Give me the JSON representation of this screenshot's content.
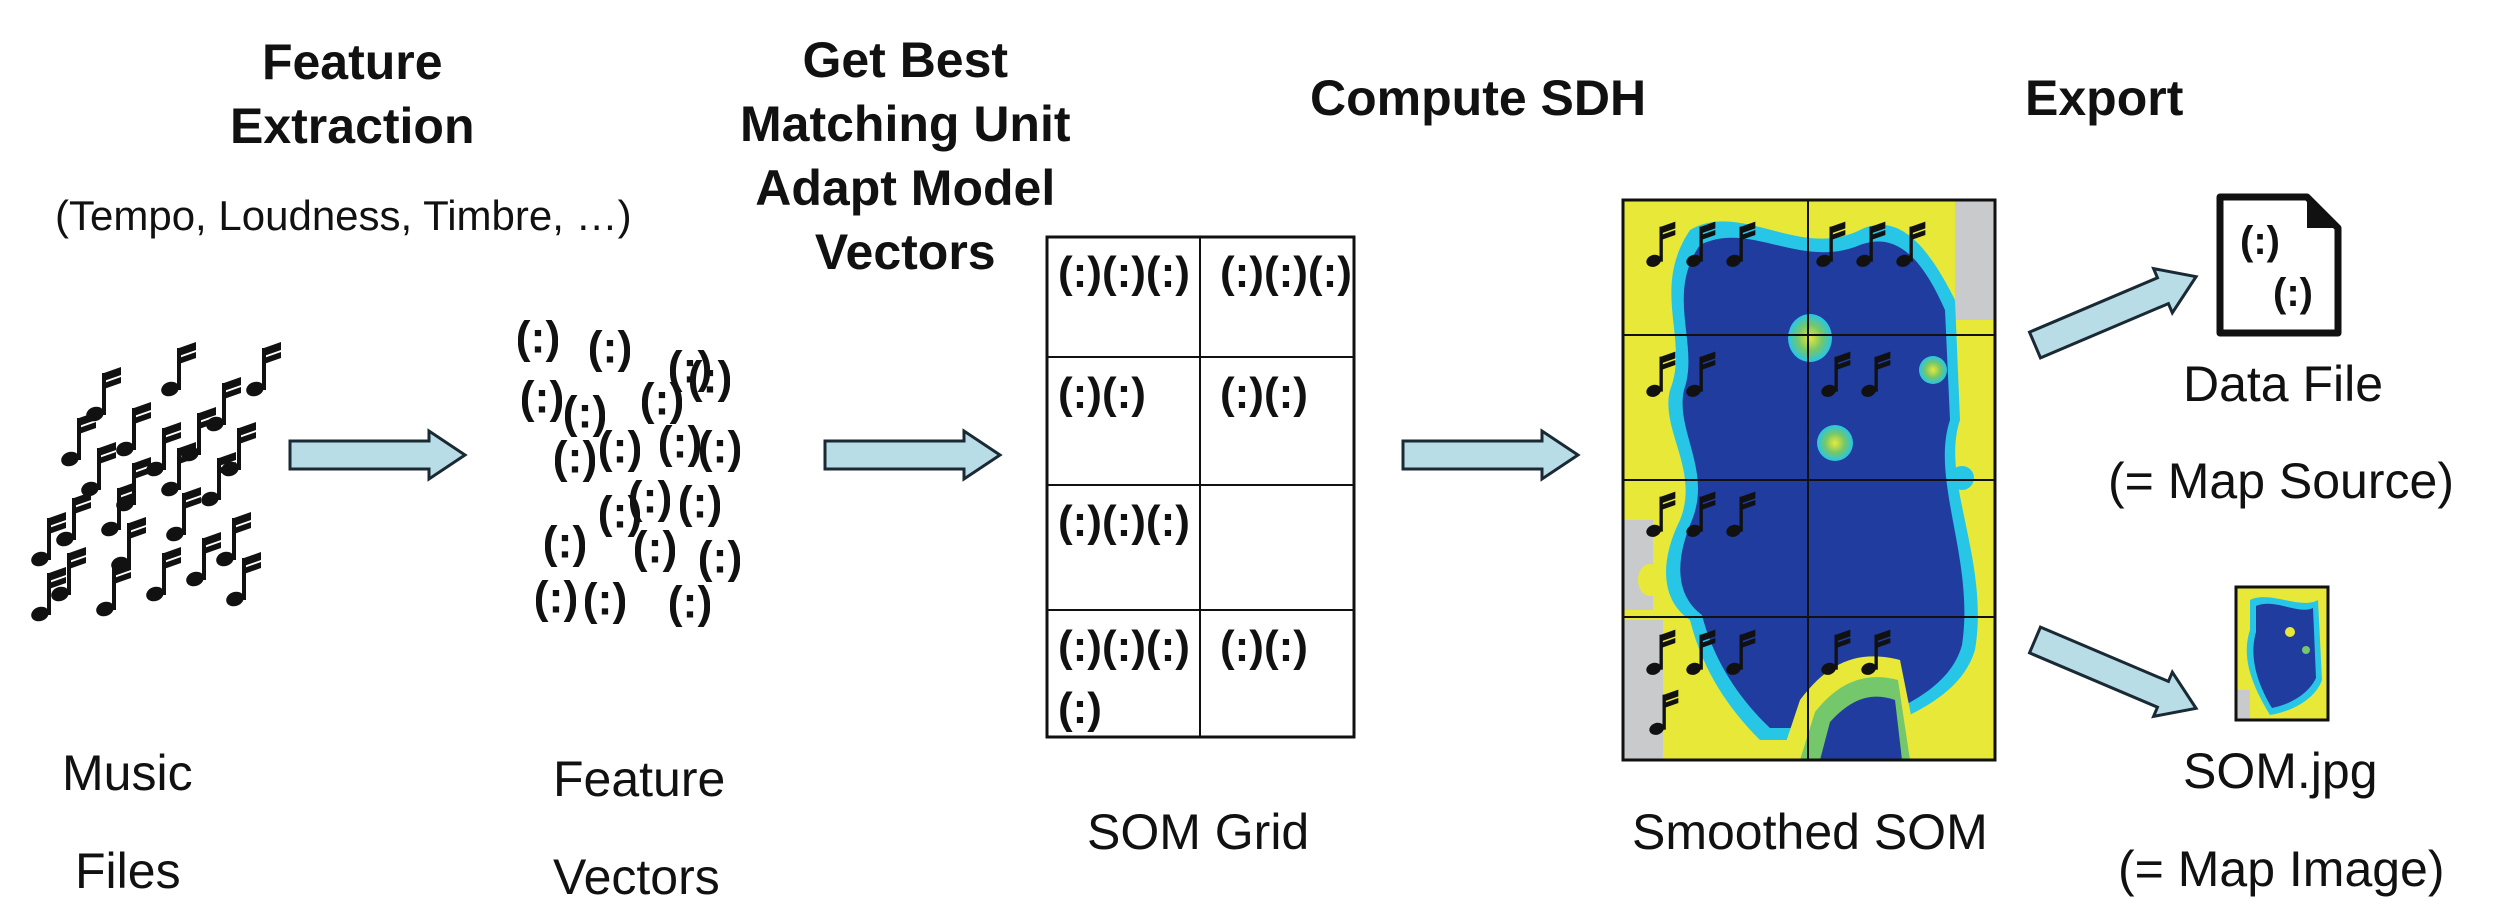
{
  "stages": {
    "feature_extraction": {
      "line1": "Feature",
      "line2": "Extraction",
      "subtitle": "(Tempo, Loudness, Timbre, …)"
    },
    "bmu": {
      "line1": "Get Best",
      "line2": "Matching Unit",
      "line3": "Adapt Model",
      "line4": "Vectors"
    },
    "sdh": {
      "title": "Compute SDH"
    },
    "export": {
      "title": "Export"
    }
  },
  "labels": {
    "music_1": "Music",
    "music_2": "Files",
    "feature_1": "Feature",
    "feature_2": "Vectors",
    "som_grid": "SOM Grid",
    "smoothed_som": "Smoothed SOM",
    "data_file": "Data File",
    "map_source": "(= Map Source)",
    "som_jpg": "SOM.jpg",
    "map_image": "(= Map Image)"
  },
  "icons": {
    "note": "music-note-icon",
    "vector": "feature-vector-icon",
    "file": "data-file-icon"
  },
  "vector_symbol": "(:)",
  "grid_cells": [
    [
      "(:)(:)(:)",
      "(:)(:)(:)"
    ],
    [
      "(:)(:)",
      "(:)(:)"
    ],
    [
      "(:)(:)(:)",
      ""
    ],
    [
      "(:)(:)(:)\n(:)",
      "(:)(:)"
    ]
  ],
  "colors": {
    "arrow_fill": "#b9dde6",
    "arrow_stroke": "#1a2a35",
    "som_blue": "#1f3c9e",
    "som_yellow": "#e8e838",
    "som_cyan": "#27c6e6",
    "som_green": "#74c76a",
    "som_gray": "#c8cacc"
  }
}
